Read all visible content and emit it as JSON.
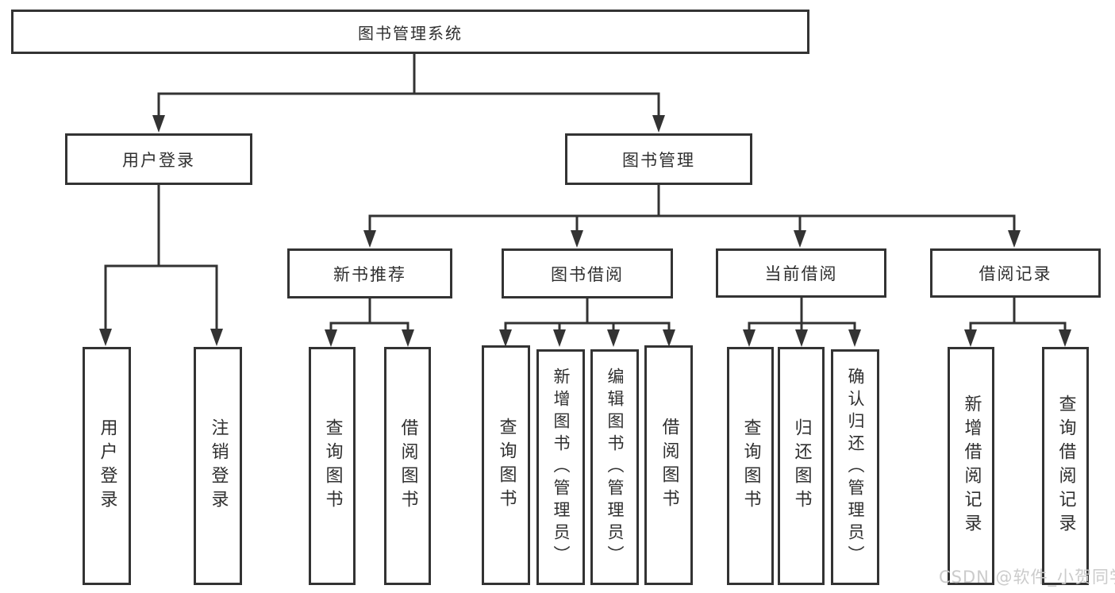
{
  "nodes": {
    "root": {
      "label": "图书管理系统"
    },
    "branches": [
      {
        "label": "用户登录"
      },
      {
        "label": "图书管理"
      }
    ],
    "groups": [
      {
        "label": "新书推荐",
        "parent": "图书管理"
      },
      {
        "label": "图书借阅",
        "parent": "图书管理"
      },
      {
        "label": "当前借阅",
        "parent": "图书管理"
      },
      {
        "label": "借阅记录",
        "parent": "图书管理"
      }
    ],
    "leaves": [
      {
        "label": "用户登录",
        "parent": "用户登录"
      },
      {
        "label": "注销登录",
        "parent": "用户登录"
      },
      {
        "label": "查询图书",
        "parent": "新书推荐"
      },
      {
        "label": "借阅图书",
        "parent": "新书推荐"
      },
      {
        "label": "查询图书",
        "parent": "图书借阅"
      },
      {
        "label": "新增图书（管理员）",
        "parent": "图书借阅"
      },
      {
        "label": "编辑图书（管理员）",
        "parent": "图书借阅"
      },
      {
        "label": "借阅图书",
        "parent": "图书借阅"
      },
      {
        "label": "查询图书",
        "parent": "当前借阅"
      },
      {
        "label": "归还图书",
        "parent": "当前借阅"
      },
      {
        "label": "确认归还（管理员）",
        "parent": "当前借阅"
      },
      {
        "label": "新增借阅记录",
        "parent": "借阅记录"
      },
      {
        "label": "查询借阅记录",
        "parent": "借阅记录"
      }
    ]
  },
  "watermark": {
    "text": "CSDN @软件_小贺同学"
  },
  "colors": {
    "line": "#333333",
    "box_border": "#333333",
    "text": "#2f2f2f",
    "watermark": "#cbcbcb",
    "background": "#ffffff"
  }
}
